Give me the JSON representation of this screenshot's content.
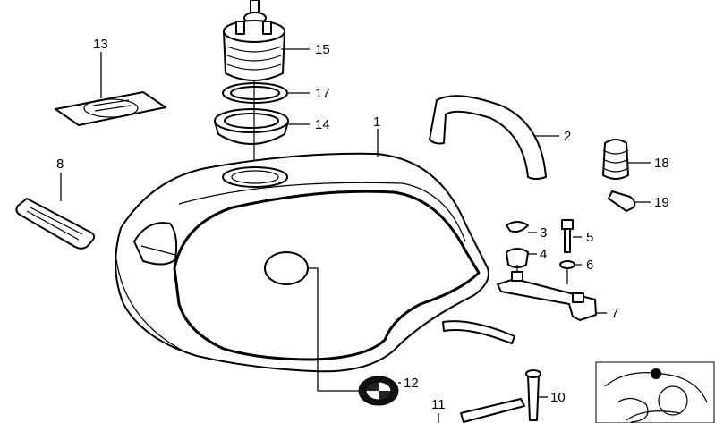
{
  "diagram": {
    "callouts": [
      {
        "id": "c1",
        "text": "1"
      },
      {
        "id": "c2",
        "text": "2"
      },
      {
        "id": "c3",
        "text": "3"
      },
      {
        "id": "c4",
        "text": "4"
      },
      {
        "id": "c5",
        "text": "5"
      },
      {
        "id": "c6",
        "text": "6"
      },
      {
        "id": "c7",
        "text": "7"
      },
      {
        "id": "c8",
        "text": "8"
      },
      {
        "id": "c10",
        "text": "10"
      },
      {
        "id": "c11",
        "text": "11"
      },
      {
        "id": "c12",
        "text": "12"
      },
      {
        "id": "c13",
        "text": "13"
      },
      {
        "id": "c14",
        "text": "14"
      },
      {
        "id": "c15",
        "text": "15"
      },
      {
        "id": "c17",
        "text": "17"
      },
      {
        "id": "c18",
        "text": "18"
      },
      {
        "id": "c19",
        "text": "19"
      }
    ]
  }
}
